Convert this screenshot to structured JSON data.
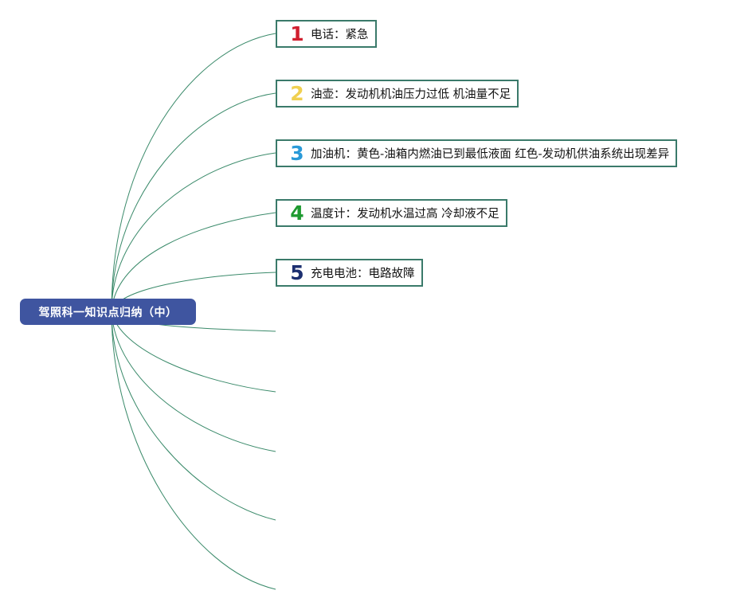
{
  "root": {
    "title": "驾照科一知识点归纳（中）"
  },
  "items": [
    {
      "number": "1",
      "text": "电话：紧急",
      "color": "#d01f2f"
    },
    {
      "number": "2",
      "text": "油壶：发动机机油压力过低 机油量不足",
      "color": "#f0d050"
    },
    {
      "number": "3",
      "text": "加油机：黄色-油箱内燃油已到最低液面 红色-发动机供油系统出现差异",
      "color": "#2a9ad8"
    },
    {
      "number": "4",
      "text": "温度计：发动机水温过高 冷却液不足",
      "color": "#1e9a30"
    },
    {
      "number": "5",
      "text": "充电电池：电路故障",
      "color": "#1c2f70"
    }
  ],
  "colors": {
    "root_fill": "#3f55a0",
    "connector": "#3a8a6a",
    "node_border": "#3a7a6a"
  }
}
